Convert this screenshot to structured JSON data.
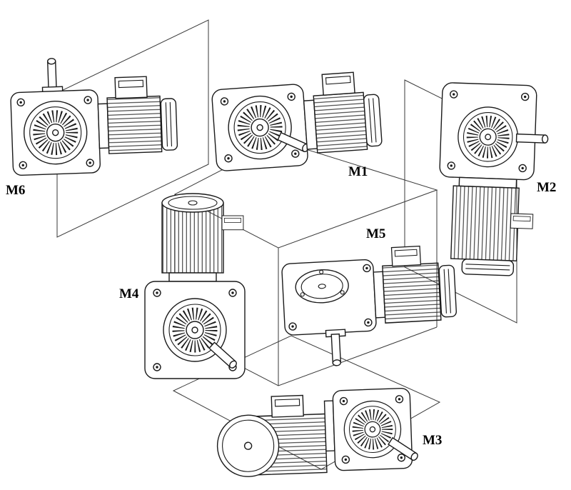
{
  "figure": {
    "background": "#ffffff",
    "line_color": "#1a1a1a",
    "positions": [
      {
        "id": "M1",
        "label": "M1",
        "icon": "gearmotor-icon"
      },
      {
        "id": "M2",
        "label": "M2",
        "icon": "gearmotor-icon"
      },
      {
        "id": "M3",
        "label": "M3",
        "icon": "gearmotor-icon"
      },
      {
        "id": "M4",
        "label": "M4",
        "icon": "gearmotor-icon"
      },
      {
        "id": "M5",
        "label": "M5",
        "icon": "gearmotor-icon"
      },
      {
        "id": "M6",
        "label": "M6",
        "icon": "gearmotor-icon"
      }
    ]
  }
}
